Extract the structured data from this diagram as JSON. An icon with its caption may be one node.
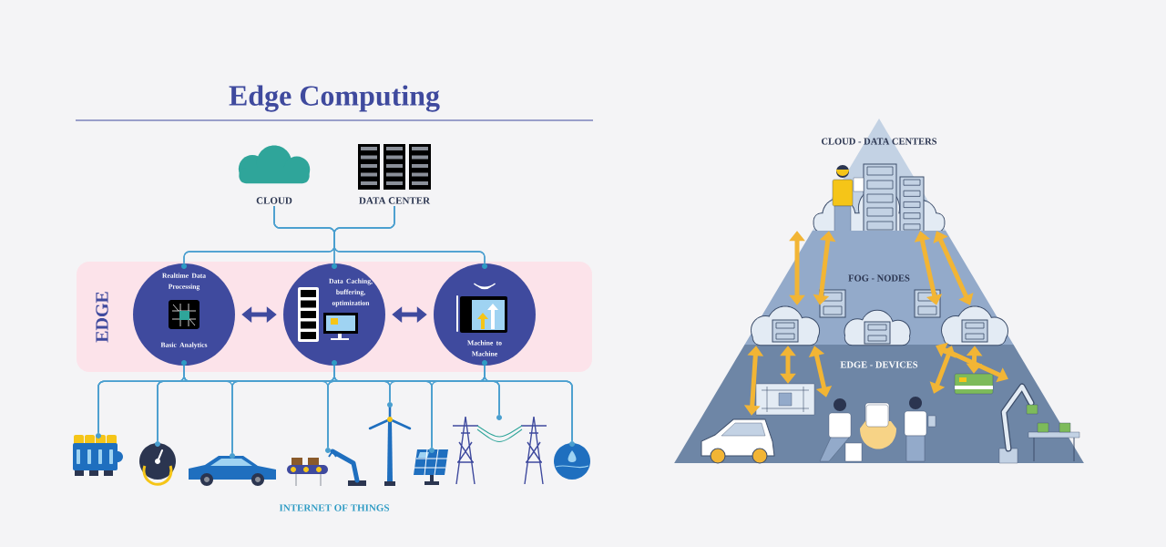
{
  "diagram": {
    "title": "Edge Computing",
    "nodes": [
      {
        "text": [
          "EDGE"
        ]
      },
      {
        "text": [
          "Realtime Data Processing",
          "Basic Analytics"
        ],
        "in": 0
      },
      {
        "text": [
          "Data Caching, buffering, optimization"
        ],
        "in": 0
      },
      {
        "text": [
          "Machine to Machine"
        ],
        "in": 0
      },
      {
        "text": [
          "CLOUD"
        ]
      },
      {
        "text": [
          "DATA CENTER"
        ]
      },
      {
        "text": [],
        "shape": "picture"
      },
      {
        "text": [],
        "shape": "picture"
      },
      {
        "text": [],
        "shape": "picture"
      },
      {
        "text": [],
        "shape": "picture"
      },
      {
        "text": [],
        "shape": "picture"
      },
      {
        "text": [],
        "shape": "picture"
      },
      {
        "text": [],
        "shape": "picture"
      },
      {
        "text": [],
        "shape": "picture"
      },
      {
        "text": [
          "CLOUD - DATA CENTERS"
        ]
      },
      {
        "text": [
          "FOG - NODES"
        ]
      },
      {
        "text": [
          "EDGE - DEVICES"
        ]
      },
      {
        "text": [],
        "shape": "cloud",
        "in": 15
      },
      {
        "text": [],
        "shape": "cloud",
        "in": 15
      },
      {
        "text": [],
        "shape": "cloud",
        "in": 15
      },
      {
        "text": [],
        "shape": "picture",
        "in": 16
      },
      {
        "text": [],
        "shape": "picture",
        "in": 16
      },
      {
        "text": [],
        "shape": "picture",
        "in": 16
      },
      {
        "text": [],
        "shape": "picture",
        "in": 16
      },
      {
        "text": [],
        "shape": "picture",
        "in": 16
      },
      {
        "text": [],
        "shape": "picture",
        "in": 16
      }
    ],
    "edges": [
      {
        "from": 4,
        "to": 1,
        "arrow": "none"
      },
      {
        "from": 4,
        "to": 2,
        "arrow": "none"
      },
      {
        "from": 4,
        "to": 3,
        "arrow": "none"
      },
      {
        "from": 5,
        "to": 1,
        "arrow": "none"
      },
      {
        "from": 5,
        "to": 2,
        "arrow": "none"
      },
      {
        "from": 5,
        "to": 3,
        "arrow": "none"
      },
      {
        "from": 1,
        "to": 2,
        "arrow": "both",
        "style": "thick",
        "color": "#3f4a9e"
      },
      {
        "from": 2,
        "to": 3,
        "arrow": "both",
        "style": "thick",
        "color": "#3f4a9e"
      },
      {
        "from": 1,
        "to": 6,
        "arrow": "none"
      },
      {
        "from": 1,
        "to": 7,
        "arrow": "none"
      },
      {
        "from": 1,
        "to": 8,
        "arrow": "none"
      },
      {
        "from": 1,
        "to": 9,
        "arrow": "none"
      },
      {
        "from": 1,
        "to": 10,
        "arrow": "none"
      },
      {
        "from": 1,
        "to": 11,
        "arrow": "none"
      },
      {
        "from": 1,
        "to": 12,
        "arrow": "none"
      },
      {
        "from": 1,
        "to": 13,
        "arrow": "none"
      },
      {
        "from": 2,
        "to": 6,
        "arrow": "none"
      },
      {
        "from": 2,
        "to": 7,
        "arrow": "none"
      },
      {
        "from": 2,
        "to": 8,
        "arrow": "none"
      },
      {
        "from": 2,
        "to": 9,
        "arrow": "none"
      },
      {
        "from": 2,
        "to": 10,
        "arrow": "none"
      },
      {
        "from": 2,
        "to": 11,
        "arrow": "none"
      },
      {
        "from": 2,
        "to": 12,
        "arrow": "none"
      },
      {
        "from": 2,
        "to": 13,
        "arrow": "none"
      },
      {
        "from": 3,
        "to": 6,
        "arrow": "none"
      },
      {
        "from": 3,
        "to": 7,
        "arrow": "none"
      },
      {
        "from": 3,
        "to": 8,
        "arrow": "none"
      },
      {
        "from": 3,
        "to": 9,
        "arrow": "none"
      },
      {
        "from": 3,
        "to": 10,
        "arrow": "none"
      },
      {
        "from": 3,
        "to": 11,
        "arrow": "none"
      },
      {
        "from": 3,
        "to": 12,
        "arrow": "none"
      },
      {
        "from": 3,
        "to": 13,
        "arrow": "none"
      },
      {
        "from": 14,
        "to": 17,
        "arrow": "both",
        "style": "thick",
        "color": "#f2b535"
      },
      {
        "from": 14,
        "to": 17,
        "arrow": "both",
        "style": "thick",
        "color": "#f2b535"
      },
      {
        "from": 14,
        "to": 19,
        "arrow": "both",
        "style": "thick",
        "color": "#f2b535"
      },
      {
        "from": 14,
        "to": 19,
        "arrow": "both",
        "style": "thick",
        "color": "#f2b535"
      },
      {
        "from": 17,
        "to": 20,
        "arrow": "both",
        "style": "thick",
        "color": "#f2b535"
      },
      {
        "from": 17,
        "to": 21,
        "arrow": "both",
        "style": "thick",
        "color": "#f2b535"
      },
      {
        "from": 17,
        "to": 22,
        "arrow": "both",
        "style": "thick",
        "color": "#f2b535"
      },
      {
        "from": 19,
        "to": 23,
        "arrow": "both",
        "style": "thick",
        "color": "#f2b535"
      },
      {
        "from": 19,
        "to": 24,
        "arrow": "both",
        "style": "thick",
        "color": "#f2b535"
      },
      {
        "from": 19,
        "to": 25,
        "arrow": "both",
        "style": "thick",
        "color": "#f2b535"
      }
    ],
    "labels": [
      "INTERNET OF THINGS"
    ]
  }
}
